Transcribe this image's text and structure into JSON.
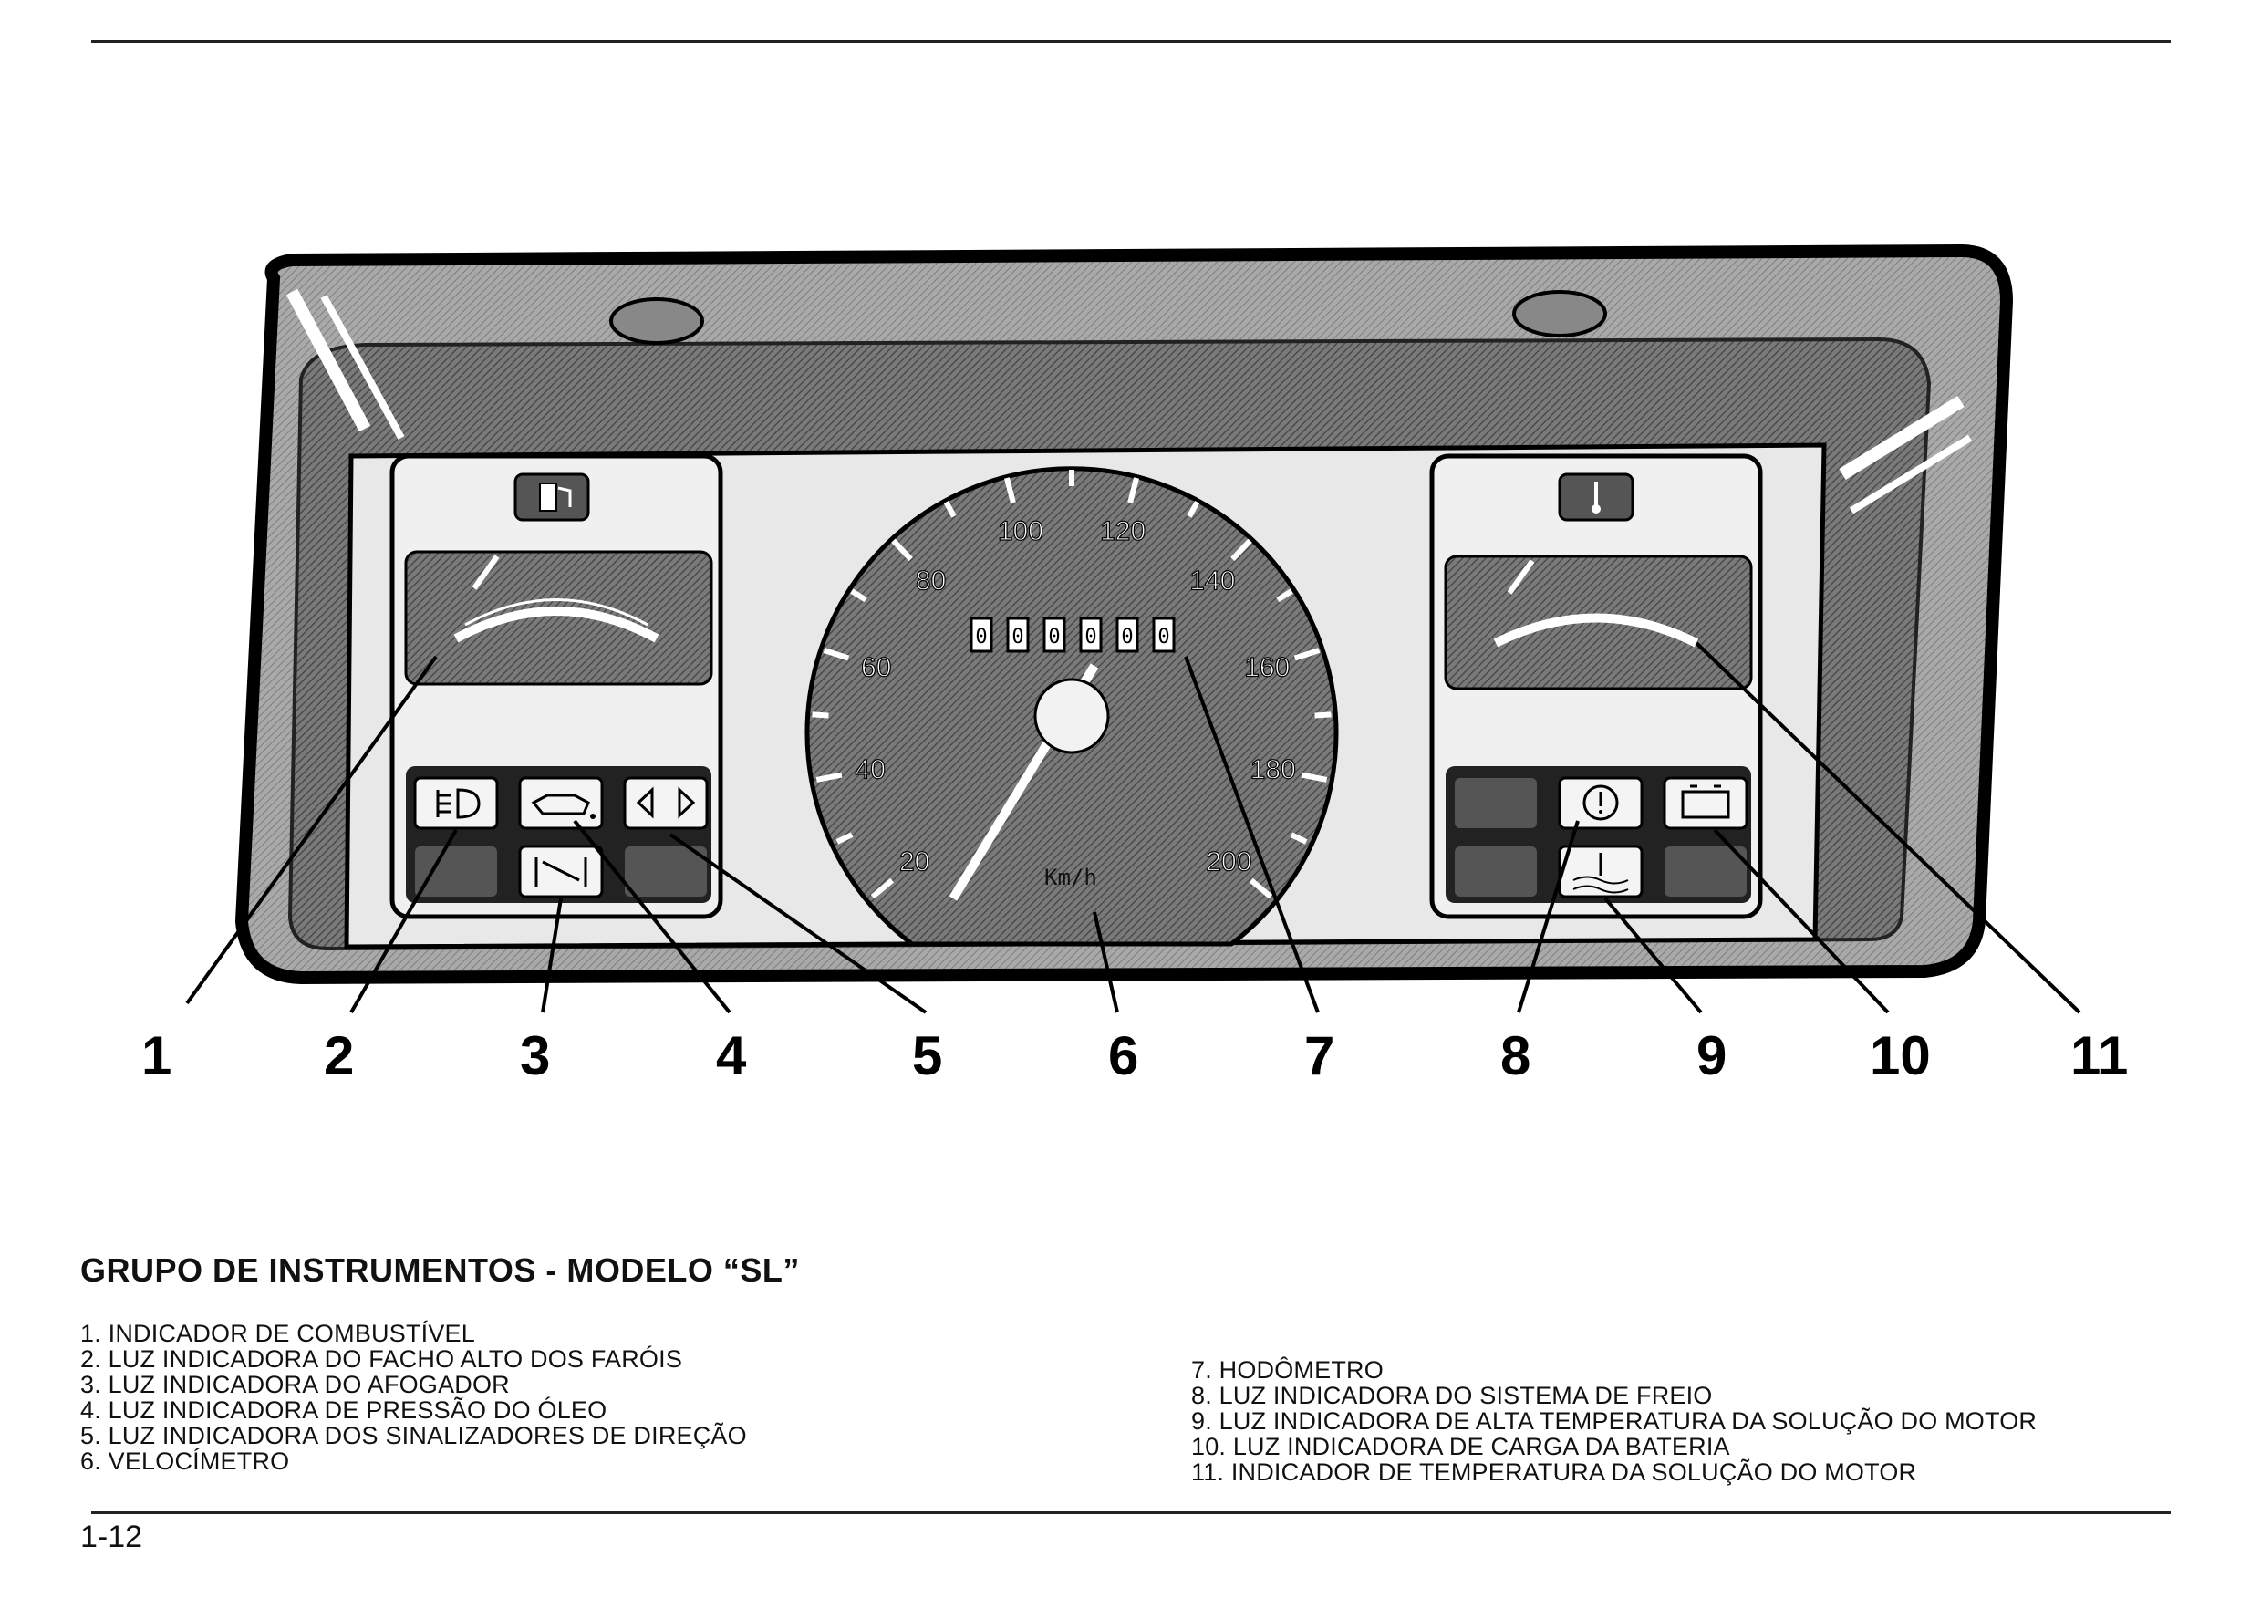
{
  "section_title": "GRUPO DE INSTRUMENTOS - MODELO “SL”",
  "legend_left": [
    "1. INDICADOR DE COMBUSTÍVEL",
    "2. LUZ INDICADORA DO FACHO ALTO DOS FARÓIS",
    "3. LUZ INDICADORA DO AFOGADOR",
    "4. LUZ INDICADORA DE PRESSÃO DO ÓLEO",
    "5. LUZ INDICADORA DOS SINALIZADORES DE DIREÇÃO",
    "6. VELOCÍMETRO"
  ],
  "legend_right": [
    "7. HODÔMETRO",
    "8. LUZ INDICADORA DO SISTEMA DE FREIO",
    "9. LUZ INDICADORA DE ALTA TEMPERATURA DA SOLUÇÃO DO MOTOR",
    "10. LUZ INDICADORA DE CARGA DA BATERIA",
    "11. INDICADOR DE TEMPERATURA DA SOLUÇÃO DO MOTOR"
  ],
  "page_number": "1-12",
  "figure": {
    "callouts": [
      "1",
      "2",
      "3",
      "4",
      "5",
      "6",
      "7",
      "8",
      "9",
      "10",
      "11"
    ],
    "speedometer": {
      "scale_labels": [
        "20",
        "40",
        "60",
        "80",
        "100",
        "120",
        "140",
        "160",
        "180",
        "200"
      ],
      "unit": "Km/h",
      "odometer_digits": [
        "0",
        "0",
        "0",
        "0",
        "0",
        "0"
      ]
    },
    "icons": {
      "fuel_gauge": "fuel-pump-icon",
      "temp_gauge": "coolant-temperature-icon",
      "high_beam": "high-beam-icon",
      "oil_pressure": "oil-can-icon",
      "turn_signal": "turn-signal-arrows-icon",
      "choke": "choke-icon",
      "brake": "brake-warning-icon",
      "coolant_warning": "coolant-warning-icon",
      "battery": "battery-icon"
    }
  }
}
